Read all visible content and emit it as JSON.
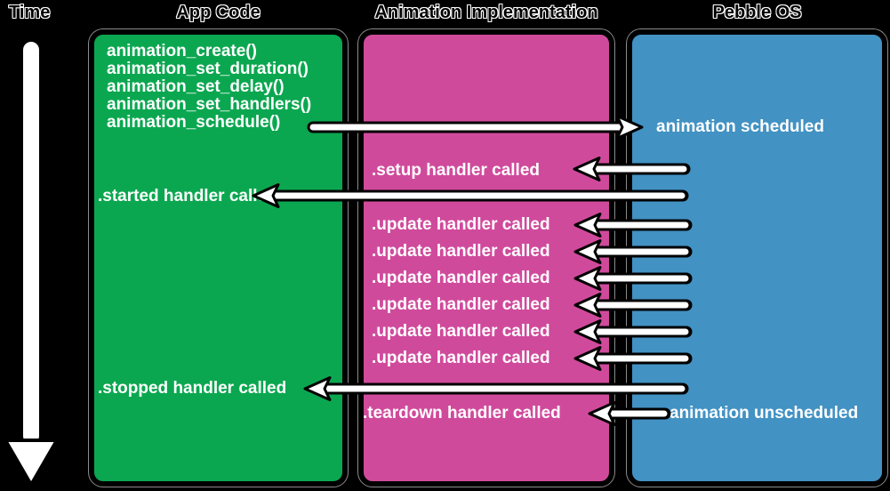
{
  "headers": {
    "time": "Time",
    "app_code": "App Code",
    "animation_implementation": "Animation Implementation",
    "pebble_os": "Pebble OS"
  },
  "colors": {
    "background": "#000000",
    "app_code_box": "#0ba750",
    "animation_implementation_box": "#d04a9c",
    "pebble_os_box": "#4292c3",
    "label_text": "#ffffff",
    "arrow_fill": "#ffffff",
    "arrow_outline": "#000000"
  },
  "app_code": {
    "api_calls": [
      "animation_create()",
      "animation_set_duration()",
      "animation_set_delay()",
      "animation_set_handlers()",
      "animation_schedule()"
    ],
    "started_event": ".started handler called",
    "stopped_event": ".stopped handler called"
  },
  "animation_implementation": {
    "setup_event": ".setup handler called",
    "update_events": [
      ".update handler called",
      ".update handler called",
      ".update handler called",
      ".update handler called",
      ".update handler called",
      ".update handler called"
    ],
    "teardown_event": ".teardown handler called"
  },
  "pebble_os": {
    "scheduled_event": "animation scheduled",
    "unscheduled_event": "animation unscheduled"
  }
}
